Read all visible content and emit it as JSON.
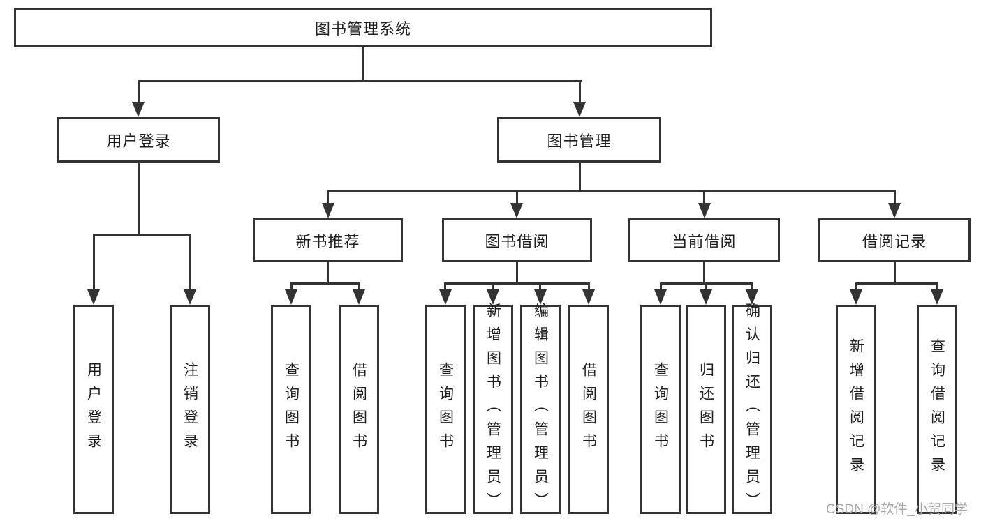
{
  "diagram": {
    "tree": {
      "label": "图书管理系统",
      "children": [
        {
          "label": "用户登录",
          "children": [
            {
              "label": "用户登录"
            },
            {
              "label": "注销登录"
            }
          ]
        },
        {
          "label": "图书管理",
          "children": [
            {
              "label": "新书推荐",
              "children": [
                {
                  "label": "查询图书"
                },
                {
                  "label": "借阅图书"
                }
              ]
            },
            {
              "label": "图书借阅",
              "children": [
                {
                  "label": "查询图书"
                },
                {
                  "label": "新增图书（管理员）"
                },
                {
                  "label": "编辑图书（管理员）"
                },
                {
                  "label": "借阅图书"
                }
              ]
            },
            {
              "label": "当前借阅",
              "children": [
                {
                  "label": "查询图书"
                },
                {
                  "label": "归还图书"
                },
                {
                  "label": "确认归还（管理员）"
                }
              ]
            },
            {
              "label": "借阅记录",
              "children": [
                {
                  "label": "新增借阅记录"
                },
                {
                  "label": "查询借阅记录"
                }
              ]
            }
          ]
        }
      ]
    },
    "watermark": "CSDN @软件_小贺同学",
    "colors": {
      "line": "#333333",
      "text": "#1f1f1f",
      "background": "#ffffff",
      "watermark": "#a6a6a6"
    }
  }
}
